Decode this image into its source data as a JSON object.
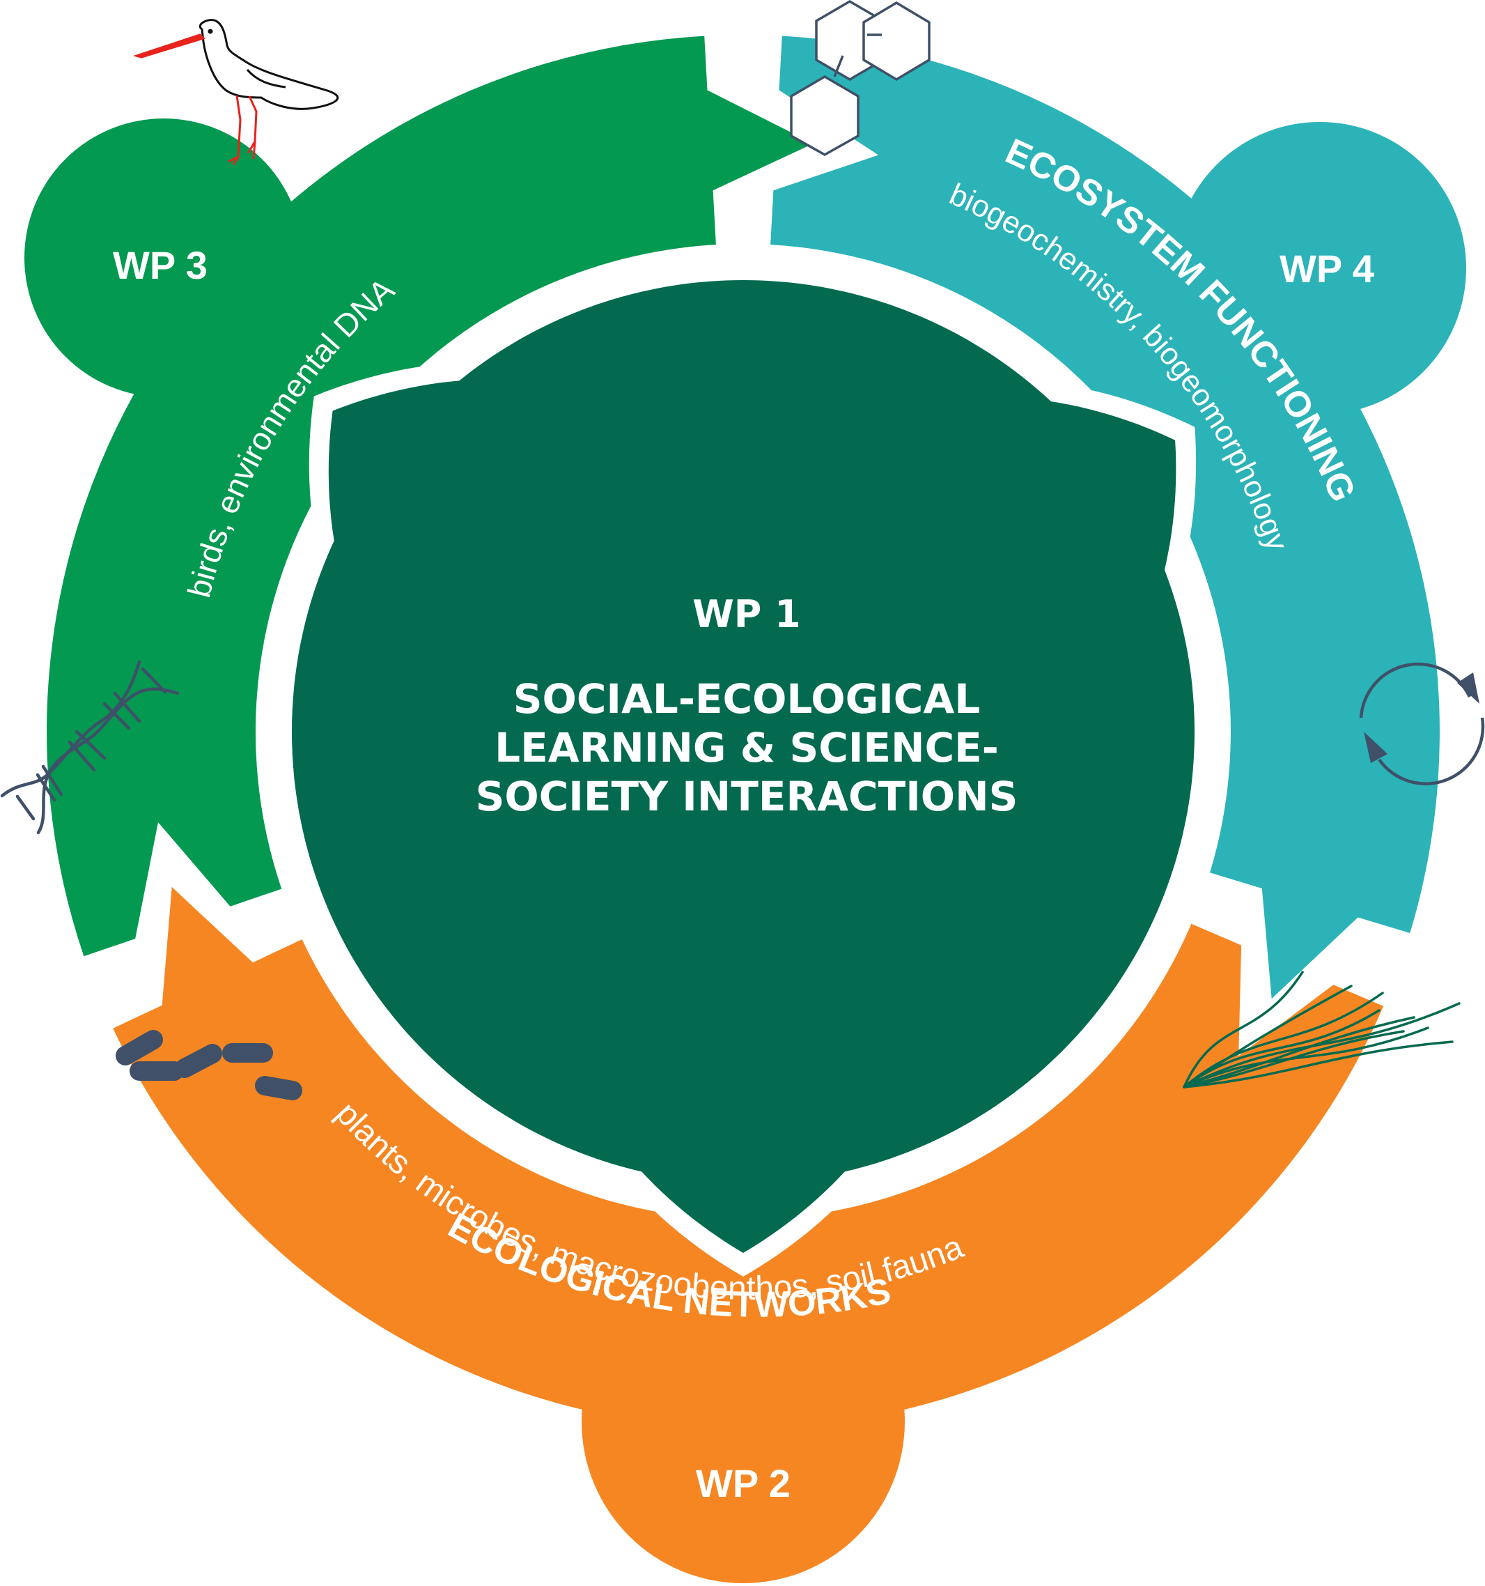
{
  "colors": {
    "wp1": "#036a4f",
    "wp2": "#f68622",
    "wp3": "#039950",
    "wp4": "#2bb3b8",
    "icon": "#3f5068",
    "bird_beak": "#e8231c",
    "seagrass": "#036a4f"
  },
  "wp1": {
    "label": "WP 1",
    "title_lines": [
      "SOCIAL-ECOLOGICAL",
      "LEARNING & SCIENCE-",
      "SOCIETY INTERACTIONS"
    ]
  },
  "wp2": {
    "label": "WP 2",
    "title": "ECOLOGICAL NETWORKS",
    "subtitle": "plants, microbes, macrozoobenthos, soil fauna"
  },
  "wp3": {
    "label": "WP 3",
    "subtitle": "birds, environmental DNA"
  },
  "wp4": {
    "label": "WP 4",
    "title": "ECOSYSTEM FUNCTIONING",
    "subtitle": "biogeochemistry, biogeomorphology"
  },
  "icons": {
    "wp3_top": "bird-icon",
    "wp3_side": "dna-icon",
    "wp4_top": "molecule-icon",
    "wp4_side": "cycle-arrows-icon",
    "wp2_left": "bacteria-icon",
    "wp2_right": "seagrass-icon"
  }
}
